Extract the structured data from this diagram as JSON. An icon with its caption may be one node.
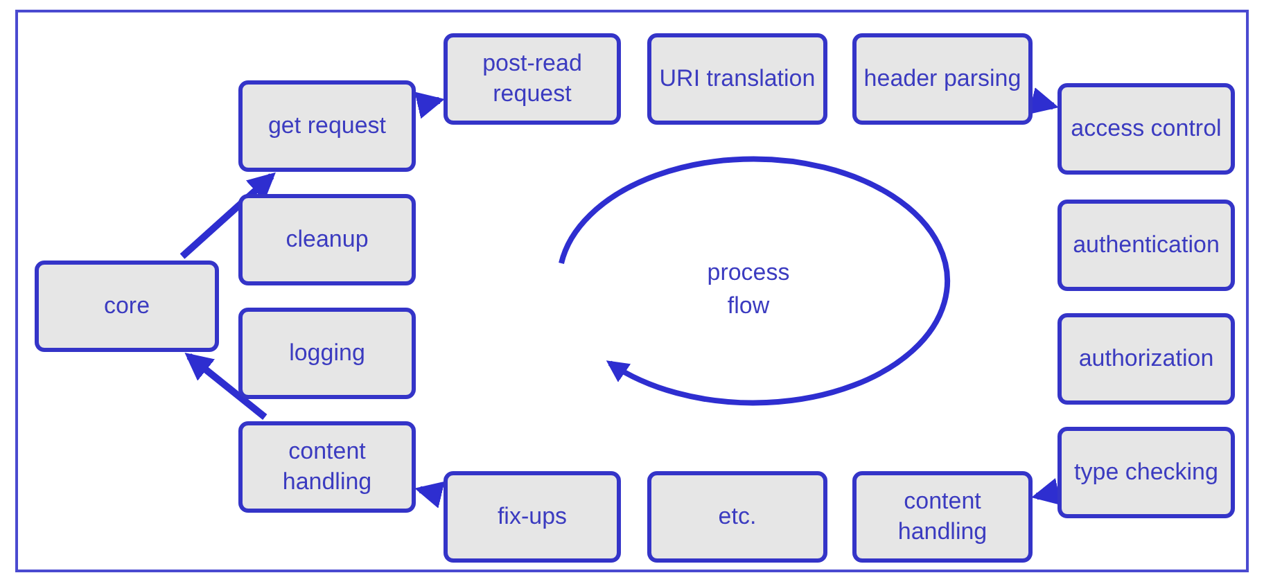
{
  "diagram": {
    "nodes": [
      {
        "text": [
          "core"
        ]
      },
      {
        "text": [
          "get request"
        ]
      },
      {
        "text": [
          "cleanup"
        ]
      },
      {
        "text": [
          "logging"
        ]
      },
      {
        "text": [
          "content handling"
        ]
      },
      {
        "text": [
          "post-read request"
        ]
      },
      {
        "text": [
          "URI translation"
        ]
      },
      {
        "text": [
          "header parsing"
        ]
      },
      {
        "text": [
          "access control"
        ]
      },
      {
        "text": [
          "authentication"
        ]
      },
      {
        "text": [
          "authorization"
        ]
      },
      {
        "text": [
          "type checking"
        ]
      },
      {
        "text": [
          "content handling"
        ]
      },
      {
        "text": [
          "etc."
        ]
      },
      {
        "text": [
          "fix-ups"
        ]
      }
    ],
    "edges": [
      {
        "from": 0,
        "to": 1,
        "arrow": "to"
      },
      {
        "from": 1,
        "to": 5,
        "arrow": "to"
      },
      {
        "from": 7,
        "to": 8,
        "arrow": "to"
      },
      {
        "from": 11,
        "to": 12,
        "arrow": "to"
      },
      {
        "from": 14,
        "to": 4,
        "arrow": "to"
      },
      {
        "from": 4,
        "to": 0,
        "arrow": "to"
      }
    ],
    "labels": [
      "process flow"
    ]
  }
}
